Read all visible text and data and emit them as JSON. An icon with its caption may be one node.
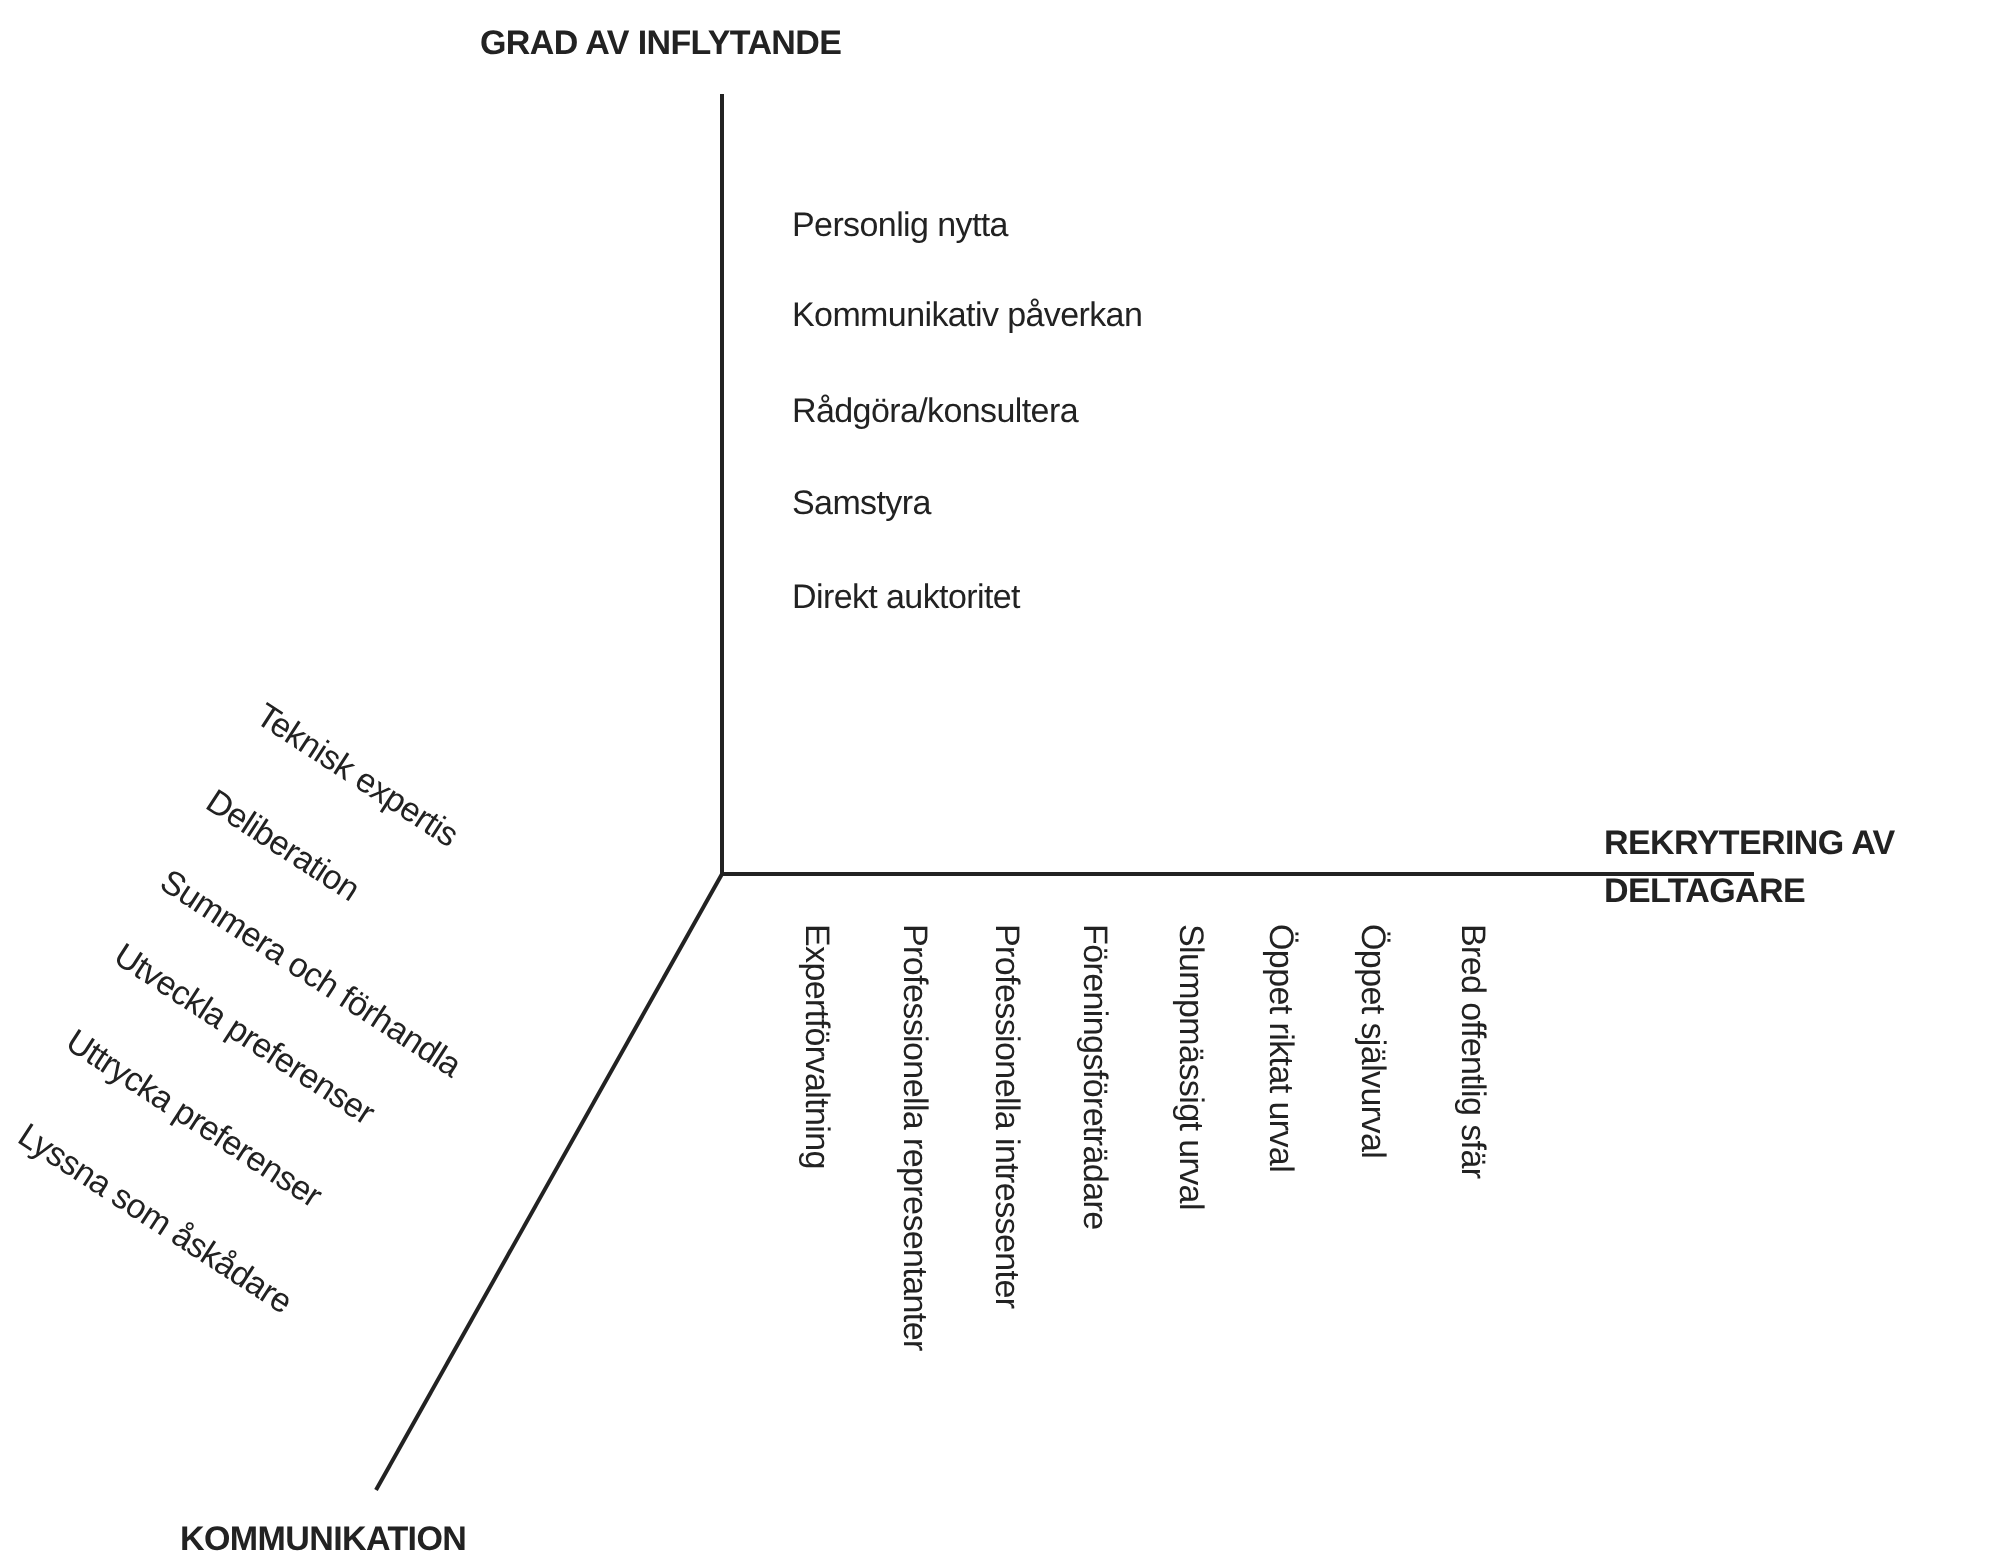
{
  "diagram": {
    "labels": [
      "GRAD AV INFLYTANDE",
      "Personlig nytta",
      "Kommunikativ påverkan",
      "Rådgöra/konsultera",
      "Samstyra",
      "Direkt auktoritet",
      "REKRYTERING AV DELTAGARE",
      "Expertförvaltning",
      "Professionella representanter",
      "Professionella intressenter",
      "Föreningsföreträdare",
      "Slumpmässigt urval",
      "Öppet riktat urval",
      "Öppet självurval",
      "Bred offentlig sfär",
      "Teknisk expertis",
      "Deliberation",
      "Summera och förhandla",
      "Utveckla preferenser",
      "Uttrycka preferenser",
      "Lyssna som åskådare",
      "KOMMUNIKATION"
    ]
  }
}
